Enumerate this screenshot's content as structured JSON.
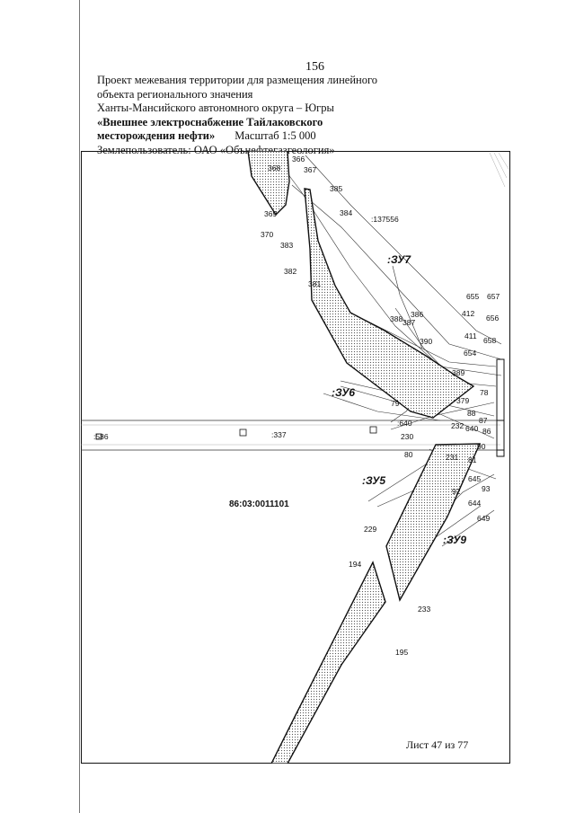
{
  "page_number": "156",
  "header": {
    "line1": "Проект межевания территории для размещения линейного",
    "line2": "объекта регионального значения",
    "line3": "Ханты-Мансийского автономного округа – Югры",
    "line4": "«Внешнее электроснабжение Тайлаковского",
    "line5": "месторождения нефти»",
    "scale": "Масштаб 1:5 000",
    "line6": "Землепользователь: ОАО «Обънефтегазгеология»"
  },
  "map": {
    "block_number": "86:03:0011101",
    "parcels": [
      ":137556",
      ":586",
      ":337",
      ":640"
    ],
    "zones": [
      ":ЗУ7",
      ":ЗУ6",
      ":ЗУ5",
      ":ЗУ9"
    ],
    "points": [
      "366",
      "367",
      "368",
      "369",
      "370",
      "383",
      "382",
      "381",
      "384",
      "385",
      "388",
      "387",
      "386",
      "390",
      "389",
      "412",
      "411",
      "654",
      "655",
      "657",
      "656",
      "658",
      "379",
      "78",
      "79",
      "88",
      "87",
      "86",
      "232",
      "640",
      "230",
      "80",
      "231",
      "81",
      "90",
      "645",
      "93",
      "644",
      "92",
      "649",
      "229",
      "194",
      "233",
      "195"
    ]
  },
  "sheet": "Лист 47 из 77",
  "colors": {
    "line": "#111111",
    "hatch": "#6a6a6a",
    "background": "#ffffff"
  }
}
